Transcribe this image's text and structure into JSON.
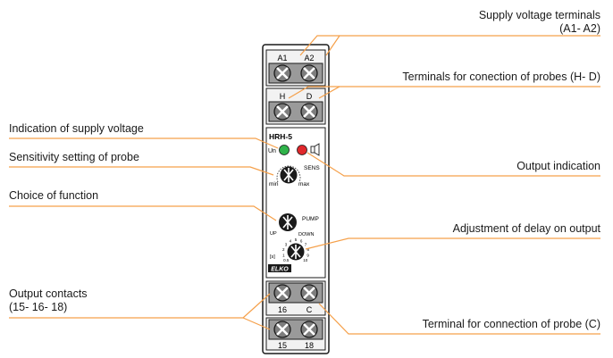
{
  "callouts": {
    "supply_terminals_line1": "Supply voltage terminals",
    "supply_terminals_line2": "(A1- A2)",
    "probe_terminals": "Terminals for conection of probes (H- D)",
    "supply_indication": "Indication of supply voltage",
    "sensitivity": "Sensitivity setting of probe",
    "function": "Choice of function",
    "output_indication": "Output indication",
    "delay": "Adjustment of delay on output",
    "contacts_line1": "Output contacts",
    "contacts_line2": "(15- 16- 18)",
    "probe_c": "Terminal for connection of probe (C)"
  },
  "device": {
    "terminal_a1": "A1",
    "terminal_a2": "A2",
    "terminal_h": "H",
    "terminal_d": "D",
    "model": "HRH-5",
    "led_supply_label": "Un",
    "knob_sens_label": "SENS",
    "knob_sens_min": "min",
    "knob_sens_max": "max",
    "knob_func_label": "PUMP",
    "knob_func_up": "UP",
    "knob_func_down": "DOWN",
    "delay_unit": "[s]",
    "delay_ticks": [
      "0.5",
      "1",
      "2",
      "3",
      "4",
      "5",
      "6",
      "7",
      "8",
      "9",
      "10"
    ],
    "brand": "ELKO",
    "terminal_16": "16",
    "terminal_c": "C",
    "terminal_15": "15",
    "terminal_18": "18"
  },
  "colors": {
    "callout_line": "#f5a04a",
    "led_supply": "#2fb34a",
    "led_output": "#e0282c",
    "device_body": "#ffffff",
    "terminal_fill": "#7d7d7d"
  }
}
